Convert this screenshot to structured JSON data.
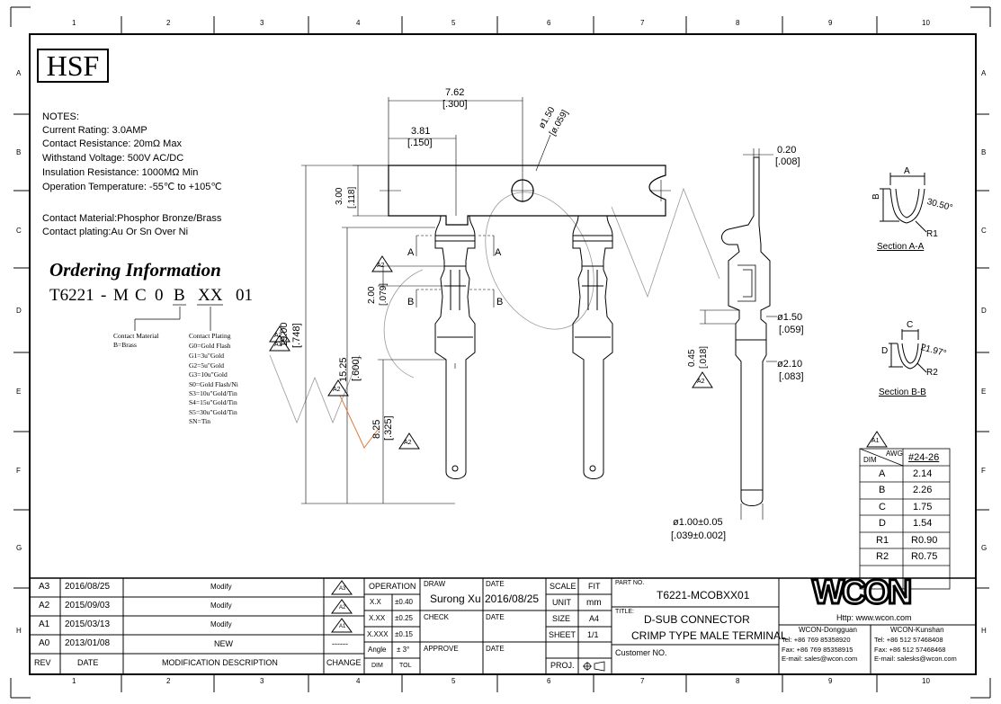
{
  "grid": {
    "columns": [
      "1",
      "2",
      "3",
      "4",
      "5",
      "6",
      "7",
      "8",
      "9",
      "10"
    ],
    "rows": [
      "A",
      "B",
      "C",
      "D",
      "E",
      "F",
      "G",
      "H"
    ]
  },
  "logo": "HSF",
  "notes": {
    "heading": "NOTES:",
    "lines": [
      "Current Rating: 3.0AMP",
      "Contact Resistance: 20mΩ Max",
      "Withstand Voltage: 500V AC/DC",
      "Insulation Resistance: 1000MΩ Min",
      "Operation Temperature: -55℃ to +105℃"
    ],
    "material": "Contact Material:Phosphor Bronze/Brass",
    "plating": "Contact plating:Au Or Sn Over Ni"
  },
  "ordering": {
    "title": "Ordering Information",
    "code_parts": [
      "T6221",
      "-",
      "M",
      "C",
      "0",
      "B",
      "XX",
      "01"
    ],
    "material_label": "Contact Material",
    "material_value": "B=Brass",
    "plating_label": "Contact Plating",
    "plating_options": [
      "G0=Gold Flash",
      "G1=3u\"Gold",
      "G2=5u\"Gold",
      "G3=10u\"Gold",
      "S0=Gold Flash/Ni",
      "S3=10u\"Gold/Tin",
      "S4=15u\"Gold/Tin",
      "S5=30u\"Gold/Tin",
      "SN=Tin"
    ]
  },
  "revision_markers": {
    "a1": "A1",
    "a2": "A2",
    "a3": "A3"
  },
  "dimensions": {
    "d762": "7.62",
    "d762i": "[.300]",
    "d381": "3.81",
    "d381i": "[.150]",
    "d150hole": "ø1.50",
    "d150holei": "[ø.059]",
    "d300": "3.00",
    "d300i": "[.118]",
    "d1900": "19.00",
    "d1900i": "[.748]",
    "d1525": "15.25",
    "d1525i": "[.600]",
    "d200": "2.00",
    "d200i": "[.079]",
    "d825": "8.25",
    "d825i": "[.325]",
    "sectA": "A",
    "sectB": "B",
    "d020": "0.20",
    "d020i": "[.008]",
    "d150": "ø1.50",
    "d150i": "[.059]",
    "d045": "0.45",
    "d045i": "[.018]",
    "d210": "ø2.10",
    "d210i": "[.083]",
    "d100": "ø1.00±0.05",
    "d100i": "[.039±0.002]"
  },
  "section_aa": {
    "title": "Section A-A",
    "a": "A",
    "b": "B",
    "angle": "30.50°",
    "r": "R1"
  },
  "section_bb": {
    "title": "Section B-B",
    "c": "C",
    "d": "D",
    "angle": "21.97°",
    "r": "R2"
  },
  "awg_table": {
    "dim_label": "DIM",
    "awg_label": "AWG",
    "col_header": "#24-26",
    "rows": [
      {
        "dim": "A",
        "value": "2.14"
      },
      {
        "dim": "B",
        "value": "2.26"
      },
      {
        "dim": "C",
        "value": "1.75"
      },
      {
        "dim": "D",
        "value": "1.54"
      },
      {
        "dim": "R1",
        "value": "R0.90"
      },
      {
        "dim": "R2",
        "value": "R0.75"
      }
    ]
  },
  "revisions": [
    {
      "rev": "A3",
      "date": "2016/08/25",
      "desc": "Modify",
      "change": "A3"
    },
    {
      "rev": "A2",
      "date": "2015/09/03",
      "desc": "Modify",
      "change": "A2"
    },
    {
      "rev": "A1",
      "date": "2015/03/13",
      "desc": "Modify",
      "change": "A1"
    },
    {
      "rev": "A0",
      "date": "2013/01/08",
      "desc": "NEW",
      "change": "------"
    }
  ],
  "revision_headers": {
    "rev": "REV",
    "date": "DATE",
    "desc": "MODIFICATION DESCRIPTION",
    "change": "CHANGE"
  },
  "tolerance": {
    "operation": "OPERATION",
    "rows": [
      {
        "dim": "X.X",
        "tol": "±0.40"
      },
      {
        "dim": "X.XX",
        "tol": "±0.25"
      },
      {
        "dim": "X.XXX",
        "tol": "±0.15"
      },
      {
        "dim": "Angle",
        "tol": "± 3°"
      }
    ],
    "dim_header": "DIM",
    "tol_header": "TOL"
  },
  "signoff": {
    "draw_label": "DRAW",
    "draw_name": "Surong Xu",
    "date_label": "DATE",
    "draw_date": "2016/08/25",
    "check_label": "CHECK",
    "approve_label": "APPROVE"
  },
  "sheet_info": {
    "scale_label": "SCALE",
    "scale_value": "FIT",
    "unit_label": "UNIT",
    "unit_value": "mm",
    "size_label": "SIZE",
    "size_value": "A4",
    "sheet_label": "SHEET",
    "sheet_value": "1/1",
    "proj_label": "PROJ."
  },
  "part": {
    "part_no_label": "PART NO.",
    "part_no": "T6221-MCOBXX01",
    "title_label": "TITLE:",
    "title_line1": "D-SUB CONNECTOR",
    "title_line2": "CRIMP TYPE MALE TERMINAL",
    "customer_label": "Customer NO."
  },
  "company": {
    "logo": "WCON",
    "http": "Http: www.wcon.com",
    "dg_name": "WCON-Dongguan",
    "dg_tel": "Tel: +86 769 85358920",
    "dg_fax": "Fax: +86 769 85358915",
    "dg_mail": "E-mail: sales@wcon.com",
    "ks_name": "WCON-Kunshan",
    "ks_tel": "Tel: +86 512 57468408",
    "ks_fax": "Fax: +86 512 57468468",
    "ks_mail": "E-mail: salesks@wcon.com"
  },
  "watermark": "WCON"
}
